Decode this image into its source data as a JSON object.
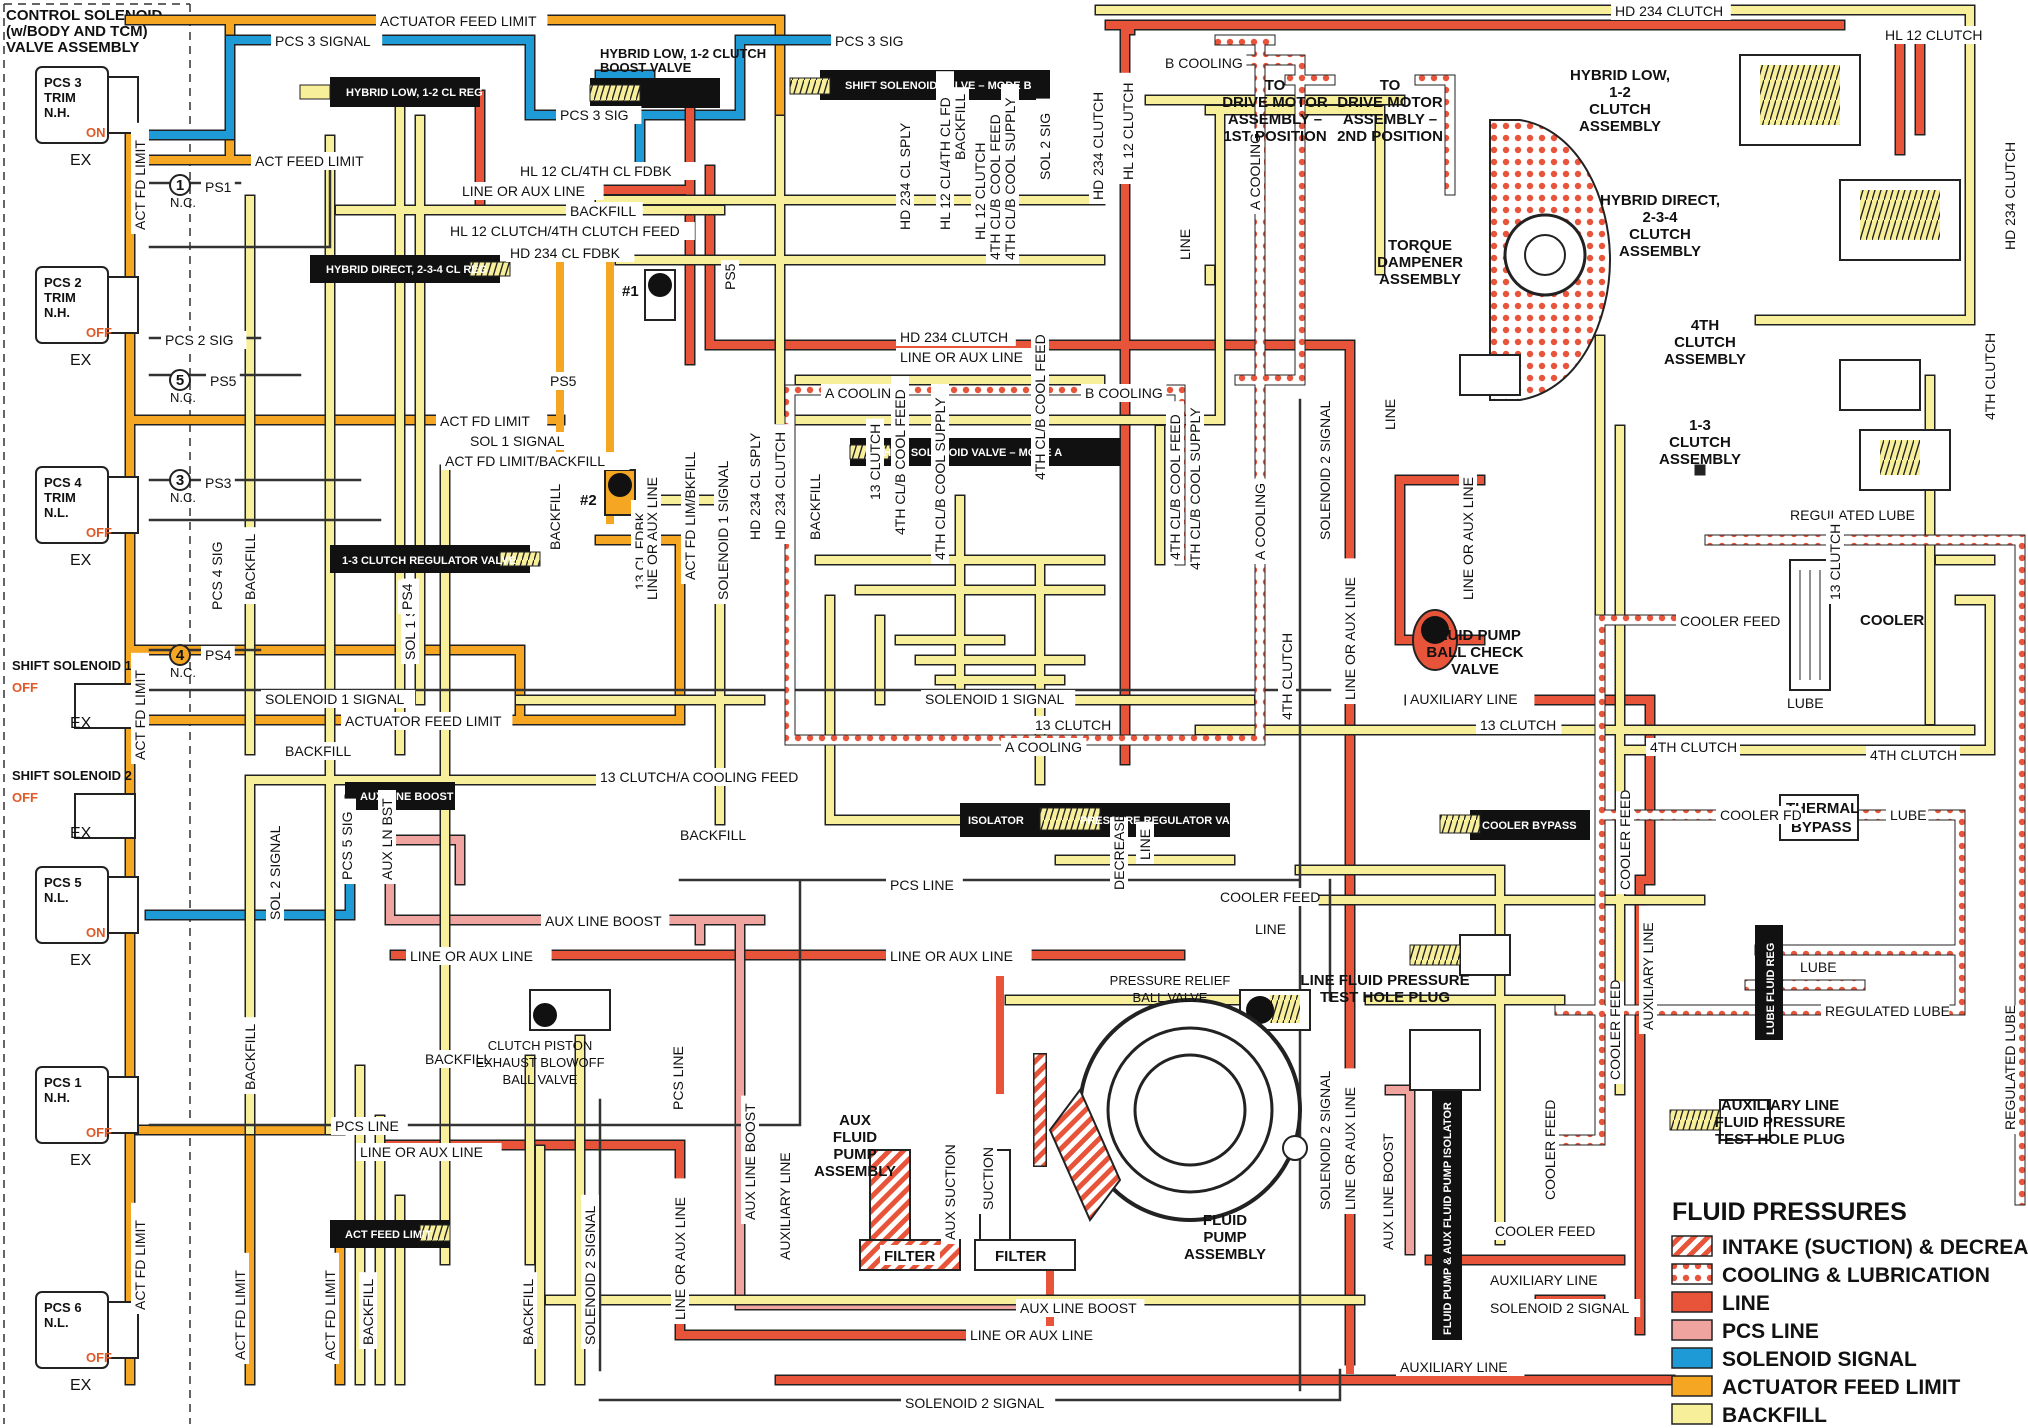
{
  "colors": {
    "intake": "#e8543a",
    "cooling": "#e8543a",
    "line": "#e8543a",
    "pcs_line": "#f0a4a0",
    "solenoid_signal": "#1e9bd7",
    "actuator_feed_limit": "#f5a623",
    "backfill": "#f7ef9a",
    "exhaust": "#555555"
  },
  "header": {
    "control_solenoid": [
      "CONTROL SOLENOID",
      "(w/BODY AND  TCM)",
      "VALVE ASSEMBLY"
    ]
  },
  "solenoids": [
    {
      "name": [
        "PCS 3",
        "TRIM",
        "N.H."
      ],
      "state": "ON"
    },
    {
      "name": [
        "PCS 2",
        "TRIM",
        "N.H."
      ],
      "state": "OFF"
    },
    {
      "name": [
        "PCS 4",
        "TRIM",
        "N.L."
      ],
      "state": "OFF"
    },
    {
      "name": [
        "SHIFT SOLENOID 1"
      ],
      "state": "OFF"
    },
    {
      "name": [
        "SHIFT SOLENOID 2"
      ],
      "state": "OFF"
    },
    {
      "name": [
        "PCS 5",
        "N.L."
      ],
      "state": "ON"
    },
    {
      "name": [
        "PCS 1",
        "N.H."
      ],
      "state": "OFF"
    },
    {
      "name": [
        "PCS 6",
        "N.L."
      ],
      "state": "OFF"
    }
  ],
  "valves": {
    "hybrid_low_reg": "HYBRID LOW, 1-2 CL REG",
    "hybrid_low_boost": [
      "HYBRID LOW, 1-2 CLUTCH",
      "BOOST VALVE"
    ],
    "shift_b": "SHIFT SOLENOID VALVE – MODE B",
    "hybrid_direct_reg": "HYBRID DIRECT, 2-3-4 CL REG",
    "shift_a": "SHIFT SOLENOID VALVE – MODE A",
    "one_three_reg": "1-3 CLUTCH REGULATOR VALVE",
    "aux_line_boost": "AUX LINE BOOST",
    "isolator": "ISOLATOR",
    "pressure_reg": "PRESSURE REGULATOR VALVE",
    "cooler_bypass": "COOLER BYPASS",
    "act_feed_limit": "ACT FEED LIMIT",
    "lube_reg": "LUBE FLUID REG",
    "fp_aux_isolator": "FLUID PUMP & AUX FLUID PUMP ISOLATOR"
  },
  "components": {
    "drive1": [
      "TO",
      "DRIVE MOTOR",
      "ASSEMBLY –",
      "1ST POSITION"
    ],
    "drive2": [
      "TO",
      "DRIVE MOTOR",
      "ASSEMBLY –",
      "2ND POSITION"
    ],
    "torque": [
      "TORQUE",
      "DAMPENER",
      "ASSEMBLY"
    ],
    "hybrid_low_clutch": [
      "HYBRID LOW,",
      "1-2",
      "CLUTCH",
      "ASSEMBLY"
    ],
    "hybrid_direct_clutch": [
      "HYBRID DIRECT,",
      "2-3-4",
      "CLUTCH",
      "ASSEMBLY"
    ],
    "fourth_clutch": [
      "4TH",
      "CLUTCH",
      "ASSEMBLY"
    ],
    "one_three_clutch": [
      "1-3",
      "CLUTCH",
      "ASSEMBLY"
    ],
    "fluid_pump_ball": [
      "FLUID PUMP",
      "BALL CHECK",
      "VALVE"
    ],
    "cooler": "COOLER",
    "thermal_bypass": [
      "THERMAL",
      "BYPASS"
    ],
    "line_test": [
      "LINE FLUID PRESSURE",
      "TEST HOLE PLUG"
    ],
    "aux_test": [
      "AUXILIARY LINE",
      "FLUID PRESSURE",
      "TEST HOLE PLUG"
    ],
    "pressure_relief": [
      "PRESSURE RELIEF",
      "BALL VALVE"
    ],
    "clutch_piston": [
      "CLUTCH PISTON",
      "EXHAUST BLOWOFF",
      "BALL VALVE"
    ],
    "aux_pump": [
      "AUX",
      "FLUID",
      "PUMP",
      "ASSEMBLY"
    ],
    "fluid_pump": [
      "FLUID",
      "PUMP",
      "ASSEMBLY"
    ],
    "filter": "FILTER"
  },
  "lines": {
    "actuator_feed_limit": "ACTUATOR FEED LIMIT",
    "pcs3_signal": "PCS 3 SIGNAL",
    "pcs3_sig": "PCS 3 SIG",
    "act_feed_limit": "ACT FEED LIMIT",
    "line_or_aux_line": "LINE OR AUX LINE",
    "backfill": "BACKFILL",
    "hl12_4th_feed": "HL 12 CLUTCH/4TH CLUTCH FEED",
    "hl12_4th_fdbk": "HL 12 CL/4TH CL FDBK",
    "hd234_fdbk": "HD 234 CL FDBK",
    "hd234_clutch": "HD 234 CLUTCH",
    "hl12_clutch": "HL 12 CLUTCH",
    "pcs2_sig": "PCS 2 SIG",
    "ps5": "PS5",
    "ps1": "PS1",
    "ps3": "PS3",
    "ps4": "PS4",
    "act_fd_limit": "ACT FD LIMIT",
    "sol1_signal": "SOL 1 SIGNAL",
    "act_fd_limit_backfill": "ACT FD LIMIT/BACKFILL",
    "a_cooling": "A COOLING",
    "b_cooling": "B COOLING",
    "solenoid1_signal": "SOLENOID 1 SIGNAL",
    "solenoid2_signal": "SOLENOID 2 SIGNAL",
    "clutch13": "13 CLUTCH",
    "clutch13_acool": "13 CLUTCH/A COOLING FEED",
    "fourth_clutch": "4TH CLUTCH",
    "auxiliary_line": "AUXILIARY LINE",
    "aux_line_boost": "AUX LINE BOOST",
    "pcs_line": "PCS LINE",
    "cooler_feed": "COOLER FEED",
    "cooler_fd": "COOLER FD",
    "line": "LINE",
    "lube": "LUBE",
    "regulated_lube": "REGULATED LUBE",
    "decrease": "DECREASE",
    "suction": "SUCTION",
    "aux_suction": "AUX SUCTION",
    "sol2_signal": "SOL 2 SIGNAL",
    "act_fd_lim_bkfill": "ACT FD LIM/BKFILL",
    "hd234_cl_sply": "HD 234 CL SPLY",
    "hl12_cl": "HL 12 CL/4TH CL FD",
    "hl12_4th": "HL 12 CLUTCH",
    "fourth_cl_b_cool": "4TH CL/B COOL FEED",
    "fourth_cl_b_supply": "4TH CL/B COOL SUPPLY",
    "sol2_sig": "SOL 2 SIG",
    "clutch_fdbk_13": "13 CL FDBK",
    "act_fd_lim_bkfill2": "ACT FD LIM/BKFILL"
  },
  "legend": {
    "title": "FLUID PRESSURES",
    "items": [
      {
        "label": "INTAKE (SUCTION) & DECREASE",
        "kind": "hatch"
      },
      {
        "label": "COOLING & LUBRICATION",
        "kind": "dots"
      },
      {
        "label": "LINE",
        "kind": "line"
      },
      {
        "label": "PCS LINE",
        "kind": "pcs"
      },
      {
        "label": "SOLENOID SIGNAL",
        "kind": "sol"
      },
      {
        "label": "ACTUATOR FEED LIMIT",
        "kind": "afl"
      },
      {
        "label": "BACKFILL",
        "kind": "bkf"
      }
    ]
  },
  "misc": {
    "ex": "EX",
    "nc": "N.C.",
    "num1": "1",
    "num3": "3",
    "num4": "4",
    "num5": "5",
    "check1": "#1",
    "check2": "#2",
    "aux_ln_bst": "AUX LN BST",
    "pcs5_sig": "PCS 5 SIG",
    "pcs4_sig": "PCS 4 SIG",
    "sol1_sig": "SOL 1 SIG",
    "sol1_sig_v": "SOL 1 SIG",
    "ps4_v": "PS4"
  }
}
